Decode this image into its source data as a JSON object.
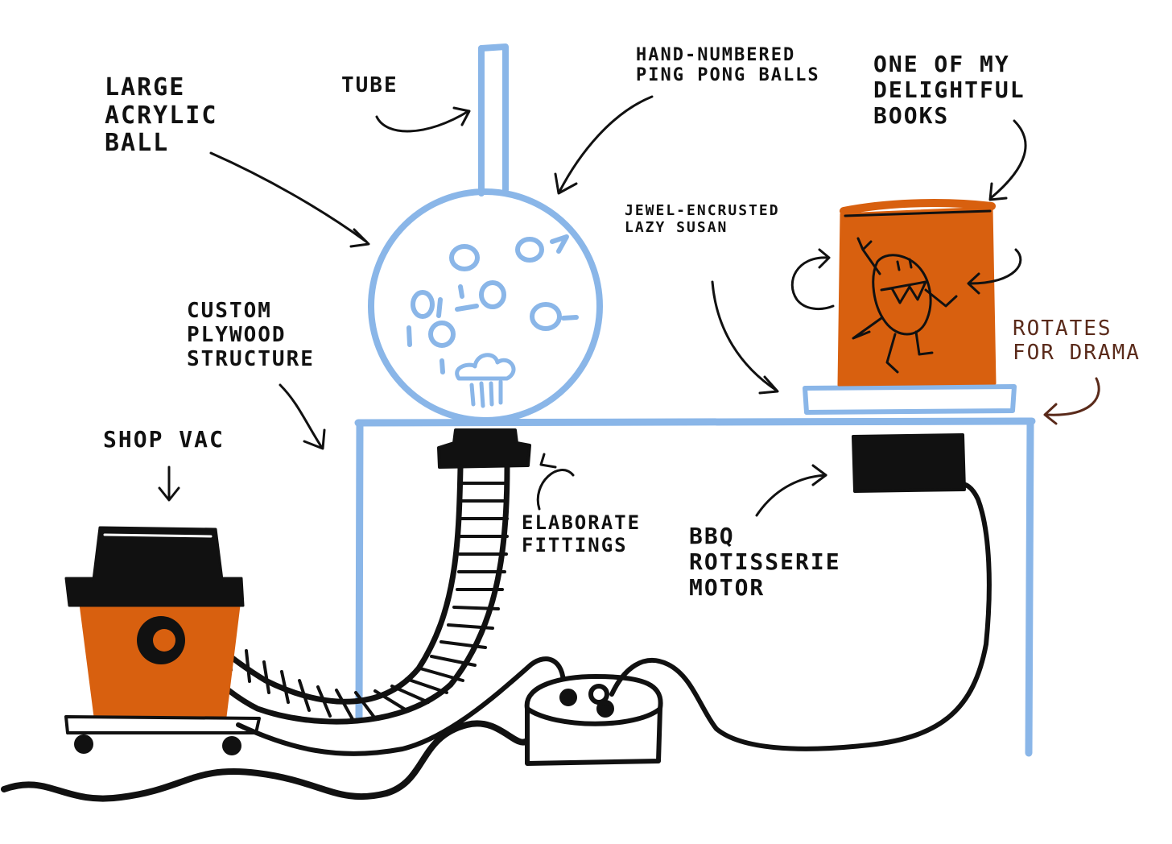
{
  "colors": {
    "ink": "#111111",
    "structure_blue": "#8ab6e8",
    "orange": "#d8600f",
    "brown_note": "#5a2a1a"
  },
  "labels": {
    "large_acrylic_ball": "LARGE\nACRYLIC\nBALL",
    "tube": "TUBE",
    "ping_pong": "HAND-NUMBERED\nPING PONG BALLS",
    "book": "ONE OF MY\nDELIGHTFUL\nBOOKS",
    "lazy_susan": "JEWEL-ENCRUSTED\nLAZY SUSAN",
    "plywood": "CUSTOM\nPLYWOOD\nSTRUCTURE",
    "shop_vac": "SHOP VAC",
    "fittings": "ELABORATE\nFITTINGS",
    "motor": "BBQ\nROTISSERIE\nMOTOR",
    "rotates": "ROTATES\nFOR DRAMA"
  },
  "icons": {
    "ball": "acrylic-ball-icon",
    "vac": "shop-vac-icon",
    "book": "book-icon",
    "motor": "motor-icon",
    "switch": "switch-box-icon"
  }
}
